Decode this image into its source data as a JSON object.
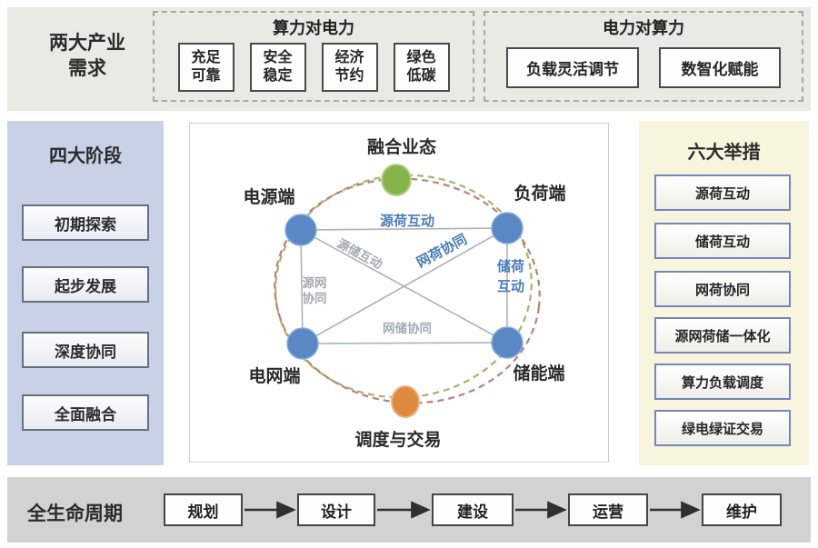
{
  "top_band": {
    "label_line1": "两大产业",
    "label_line2": "需求",
    "groups": [
      {
        "title": "算力对电力",
        "items": [
          {
            "l1": "充足",
            "l2": "可靠"
          },
          {
            "l1": "安全",
            "l2": "稳定"
          },
          {
            "l1": "经济",
            "l2": "节约"
          },
          {
            "l1": "绿色",
            "l2": "低碳"
          }
        ]
      },
      {
        "title": "电力对算力",
        "items": [
          "负载灵活调节",
          "数智化赋能"
        ]
      }
    ]
  },
  "left_panel": {
    "title": "四大阶段",
    "items": [
      "初期探索",
      "起步发展",
      "深度协同",
      "全面融合"
    ]
  },
  "right_panel": {
    "title": "六大举措",
    "items": [
      "源荷互动",
      "储荷互动",
      "网荷协同",
      "源网荷储一体化",
      "算力负载调度",
      "绿电绿证交易"
    ]
  },
  "diagram": {
    "top_node": "融合业态",
    "bottom_node": "调度与交易",
    "corner_nodes": {
      "power": "电源端",
      "load": "负荷端",
      "grid": "电网端",
      "storage": "储能端"
    },
    "edges": {
      "top": "源荷互动",
      "diag_down": "源储互动",
      "diag_up": "网荷协同",
      "left_l1": "源网",
      "left_l2": "协同",
      "right_l1": "储荷",
      "right_l2": "互动",
      "bottom": "网储协同"
    },
    "colors": {
      "node_blue": "#5b87c5",
      "node_green": "#85b54a",
      "node_orange": "#dd8a3f",
      "orbit_red": "#b5726b",
      "orbit_olive": "#a0aa5c",
      "line": "#aab3ba",
      "label_blue": "#4b7cb9",
      "label_gray": "#a4aab0"
    }
  },
  "bottom_band": {
    "label": "全生命周期",
    "steps": [
      "规划",
      "设计",
      "建设",
      "运营",
      "维护"
    ]
  }
}
